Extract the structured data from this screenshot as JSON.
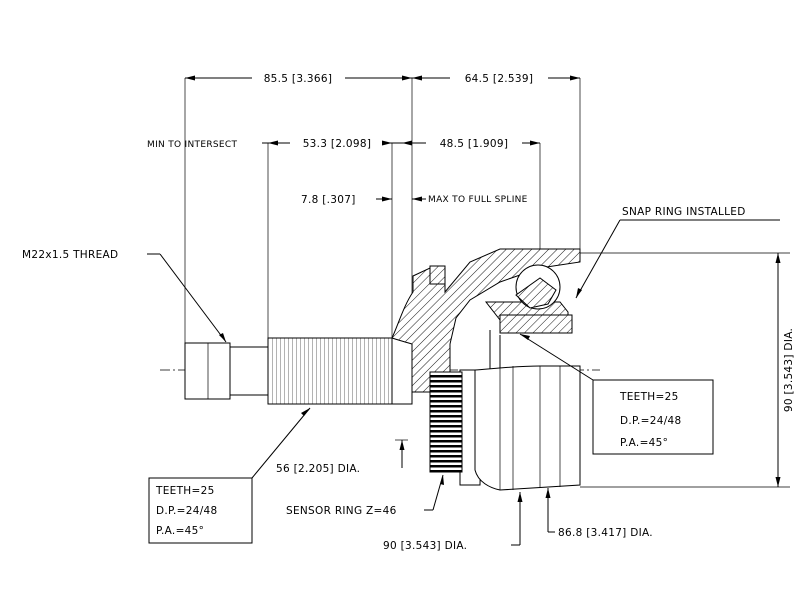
{
  "dimensions": {
    "top_left": "85.5 [3.366]",
    "top_right": "64.5 [2.539]",
    "min_to_intersect_label": "MIN TO INTERSECT",
    "min_to_intersect_value": "53.3 [2.098]",
    "max_spline_value": "48.5 [1.909]",
    "max_to_full_spline": "MAX TO FULL SPLINE",
    "small_offset": "7.8 [.307]",
    "outer_dia": "90 [3.543] DIA.",
    "shaft_dia": "56 [2.205] DIA.",
    "bottom_dia_1": "90 [3.543] DIA.",
    "bottom_dia_2": "86.8 [3.417] DIA."
  },
  "callouts": {
    "thread": "M22x1.5 THREAD",
    "snap_ring": "SNAP RING INSTALLED",
    "sensor_ring": "SENSOR RING Z=46"
  },
  "spec_left": {
    "teeth": "TEETH=25",
    "dp": "D.P.=24/48",
    "pa": "P.A.=45°"
  },
  "spec_right": {
    "teeth": "TEETH=25",
    "dp": "D.P.=24/48",
    "pa": "P.A.=45°"
  }
}
